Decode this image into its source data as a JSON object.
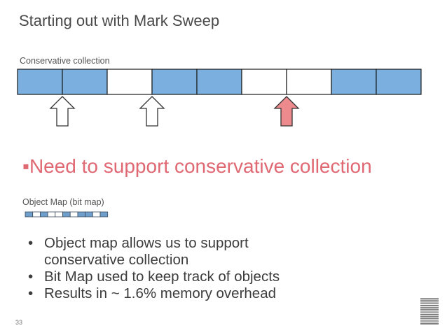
{
  "slide": {
    "title": "Starting out with Mark Sweep",
    "conservative_label": "Conservative collection",
    "main_bullet_marker": "▪",
    "main_bullet": "Need to support conservative collection",
    "object_map_label": "Object Map (bit map)",
    "bullets": [
      "Object map allows us to support conservative collection",
      "Bit Map used to keep track of objects",
      "Results in ~ 1.6% memory overhead"
    ],
    "bullet_lines": [
      [
        "Object map allows us to support",
        "conservative collection"
      ],
      [
        "Bit Map used to keep track of objects"
      ],
      [
        "Results in ~ 1.6% memory overhead"
      ]
    ],
    "slide_number": "33",
    "logo_text": "IBM"
  },
  "colors": {
    "filled_cell": "#7bafe0",
    "empty_cell": "#ffffff",
    "cell_border": "#1a1a1a",
    "highlight_arrow": "#ec8a8e",
    "accent_text": "#e06873"
  },
  "memory_cells": [
    {
      "filled": true
    },
    {
      "filled": true
    },
    {
      "filled": false
    },
    {
      "filled": true
    },
    {
      "filled": true
    },
    {
      "filled": false
    },
    {
      "filled": false
    },
    {
      "filled": true
    },
    {
      "filled": true
    }
  ],
  "pointer_arrows": [
    {
      "target_cell": 1,
      "highlighted": false
    },
    {
      "target_cell": 3,
      "highlighted": false
    },
    {
      "target_cell": 6,
      "highlighted": true
    }
  ],
  "bit_map": [
    true,
    false,
    true,
    false,
    false,
    true,
    false,
    true,
    true,
    false,
    true
  ]
}
